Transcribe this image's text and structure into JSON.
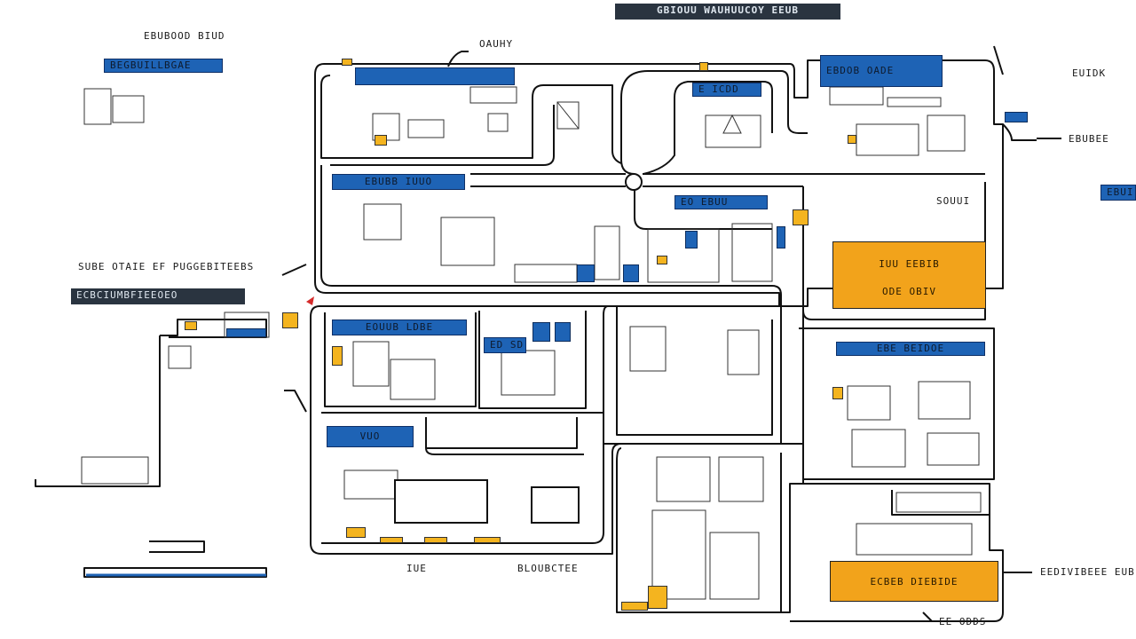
{
  "title": "GBIOUU WAUHUUCOY EEUB",
  "labels": {
    "top_left": "EBUBOOD BIUD",
    "left_tag": "BEGBUILLBGAE",
    "left_mid_text": "SUBE OTAIE EF PUGGEBITEEBS",
    "left_mid_tag": "ECBCIUMBFIEEOEO",
    "bottom_left_a": "IUE",
    "bottom_left_b": "BLOUBCTEE",
    "right_top": "EUIDK",
    "right_mid_a": "EBUBEE",
    "right_mid_b": "SOUUI",
    "right_edge_tag": "EBUI",
    "right_bottom": "EEDIVIBEEE EUB",
    "bottom_right": "EE ODDS",
    "north_corridor": "OAUHY"
  },
  "rooms": {
    "r1": "EBUBB IUUO",
    "r2": "E ICDD",
    "r3": "EBDOB OADE",
    "r4": "EO EBUU",
    "r5": "IUU EEBIB",
    "r5b": "ODE OBIV",
    "r6": "EOUUB LDBE",
    "r7": "ED SD",
    "r8": "EBE BEIDOE",
    "r9": "VUO",
    "r10": "ECBEB DIEBIDE"
  },
  "colors": {
    "accent_blue": "#1e63b5",
    "accent_orange": "#f2a31b",
    "ink": "#111111"
  }
}
